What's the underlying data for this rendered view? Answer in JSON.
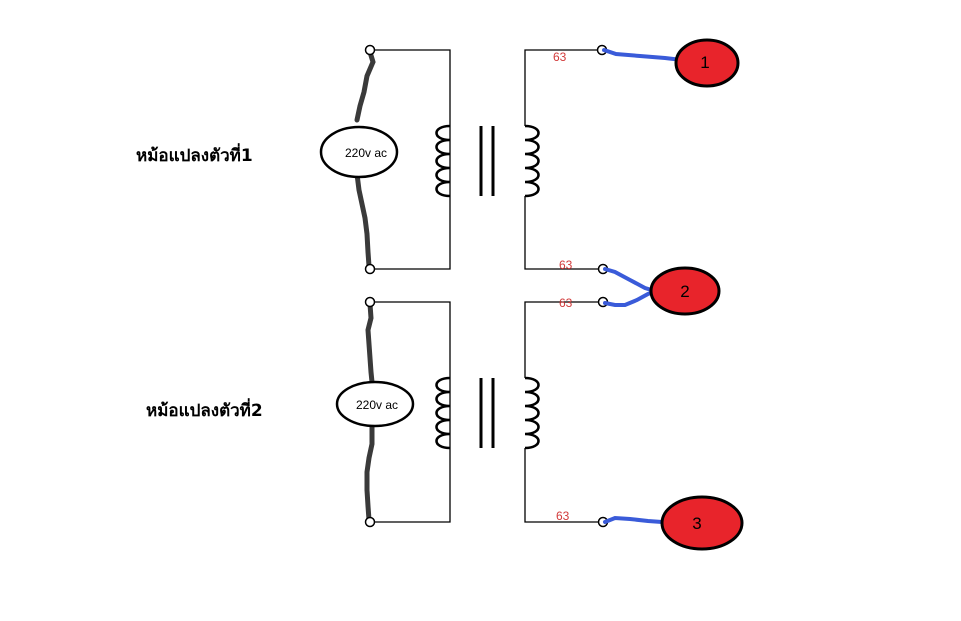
{
  "transformers": [
    {
      "label": "หม้อแปลงตัวที่1",
      "source": "220v ac",
      "secondary_top": "63",
      "secondary_bottom": "63"
    },
    {
      "label": "หม้อแปลงตัวที่2",
      "source": "220v ac",
      "secondary_top": "63",
      "secondary_bottom": "63"
    }
  ],
  "nodes": [
    "1",
    "2",
    "3"
  ],
  "colors": {
    "wire": "#000000",
    "lead": "#3a3a3a",
    "jumper": "#3a5bd9",
    "node_fill": "#e8242b",
    "voltage_text": "#d23a3a"
  }
}
